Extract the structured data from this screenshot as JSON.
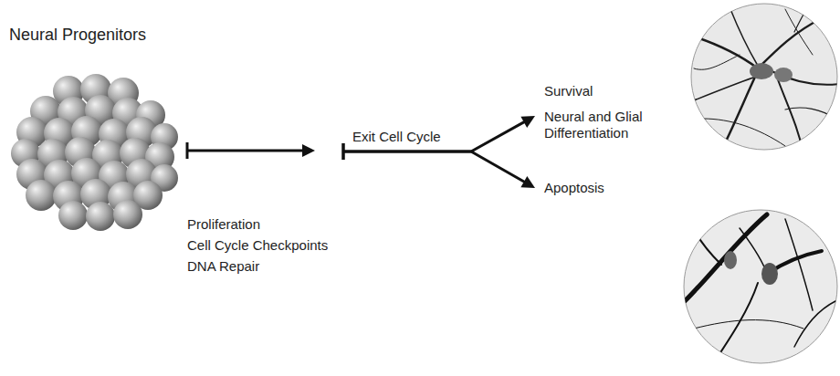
{
  "diagram": {
    "nodes": [
      {
        "text": [
          "Neural Progenitors"
        ]
      },
      {
        "text": [
          "Exit Cell Cycle"
        ]
      },
      {
        "text": [
          "Survival",
          "Neural and Glial Differentiation"
        ]
      },
      {
        "text": [
          "Apoptosis"
        ]
      }
    ],
    "edges": [
      {
        "from": 0,
        "to": 1,
        "arrow": "to"
      },
      {
        "from": 1,
        "to": 2,
        "arrow": "to"
      },
      {
        "from": 1,
        "to": 3,
        "arrow": "to"
      }
    ],
    "labels": [
      "Proliferation",
      "Cell Cycle Checkpoints",
      "DNA Repair"
    ]
  }
}
